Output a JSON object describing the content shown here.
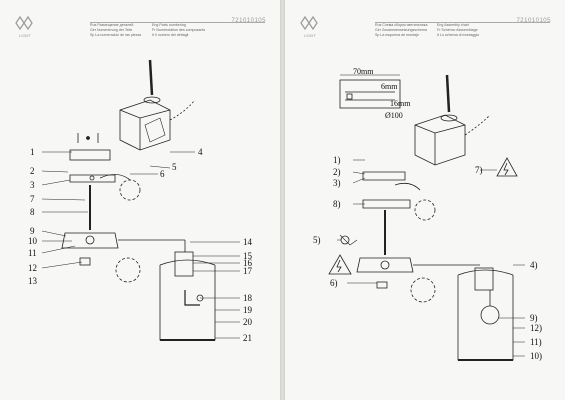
{
  "left_page": {
    "logo_text": "LIGHT",
    "model_code": "721010105",
    "header": {
      "ru": "Rus Размещение деталей",
      "ger": "Ger Numerierung der Teile",
      "sp": "Sp La numeración de las piezas",
      "eng": "Eng Parts numbering",
      "fr": "Fr Numérotation des composants",
      "it": "It Il numero dei dettagli"
    },
    "callouts": [
      "1",
      "2",
      "3",
      "4",
      "5",
      "6",
      "7",
      "8",
      "9",
      "10",
      "11",
      "12",
      "13",
      "14",
      "15",
      "16",
      "17",
      "18",
      "19",
      "20",
      "21"
    ]
  },
  "right_page": {
    "logo_text": "LIGHT",
    "model_code": "721010105",
    "header": {
      "ru": "Rus Схема сборки светильника",
      "ger": "Ger Zusammensetzungsschema",
      "sp": "Sp La esquema de montaje",
      "eng": "Eng Assembly chart",
      "fr": "Fr Schéma d'assemblage",
      "it": "It Lo schema di montaggio"
    },
    "dims": {
      "w": "70mm",
      "d1": "6mm",
      "d2": "16mm",
      "dia": "Ø100"
    },
    "callouts": [
      "1)",
      "2)",
      "3)",
      "4)",
      "5)",
      "6)",
      "7)",
      "8)",
      "9)",
      "10)",
      "11)",
      "12)"
    ]
  }
}
